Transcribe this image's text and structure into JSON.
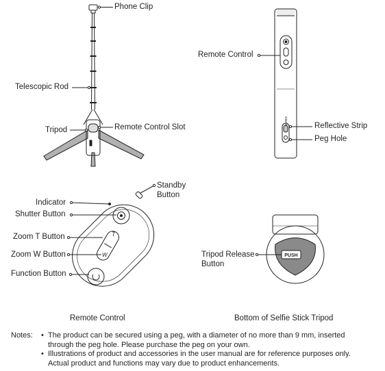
{
  "labels": {
    "phone_clip": "Phone Clip",
    "telescopic_rod": "Telescopic Rod",
    "tripod": "Tripod",
    "remote_control_slot": "Remote Control Slot",
    "remote_control": "Remote Control",
    "reflective_strip": "Reflective Strip",
    "peg_hole": "Peg Hole",
    "indicator": "Indicator",
    "shutter_button": "Shutter Button",
    "zoom_t_button": "Zoom T Button",
    "zoom_w_button": "Zoom W Button",
    "function_button": "Function Button",
    "standby_button_line1": "Standby",
    "standby_button_line2": "Button",
    "tripod_release_line1": "Tripod Release",
    "tripod_release_line2": "Button"
  },
  "device_text": {
    "push": "PUSH",
    "t": "T",
    "w": "W",
    "brand": "xiaomi"
  },
  "captions": {
    "remote_control": "Remote Control",
    "tripod_bottom": "Bottom of Selfie Stick Tripod"
  },
  "notes": {
    "heading": "Notes:",
    "items": [
      {
        "line1": "The product can be secured using a peg, with a diameter of no more than 9 mm, inserted",
        "line2": "through the peg hole. Please purchase the peg on your own."
      },
      {
        "line1": "Illustrations of product and accessories in the user manual are for reference purposes only.",
        "line2": "Actual product and functions may vary due to product enhancements."
      }
    ]
  }
}
